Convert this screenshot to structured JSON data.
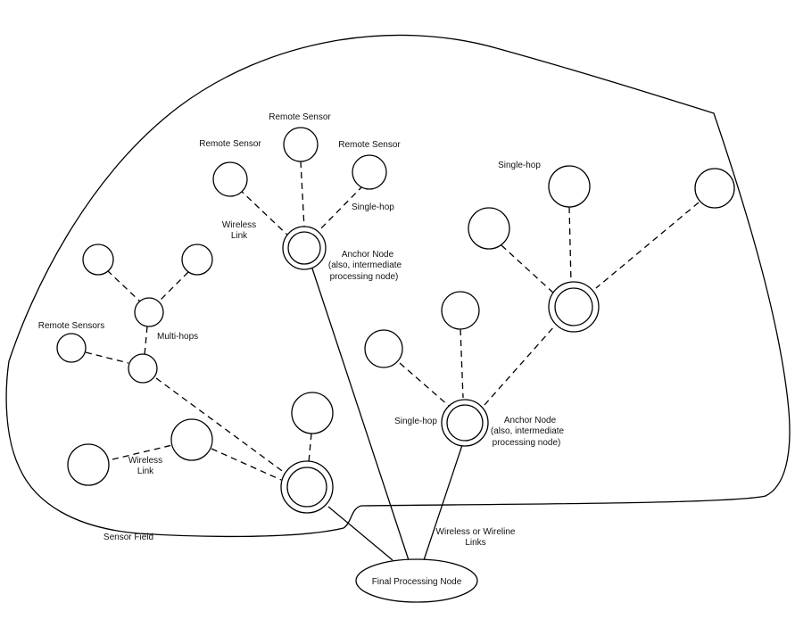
{
  "labels": {
    "remote_sensor_top": "Remote Sensor",
    "remote_sensor_left": "Remote Sensor",
    "remote_sensor_right": "Remote Sensor",
    "single_hop_top": "Single-hop",
    "wireless_link_top": [
      "Wireless",
      "Link"
    ],
    "anchor_node_top": [
      "Anchor  Node",
      "(also, intermediate",
      "processing node)"
    ],
    "single_hop_right": "Single-hop",
    "remote_sensors_left": "Remote Sensors",
    "multi_hops": "Multi-hops",
    "wireless_link_bottom": [
      "Wireless",
      "Link"
    ],
    "single_hop_mid": "Single-hop",
    "anchor_node_mid": [
      "Anchor  Node",
      "(also, intermediate",
      "processing node)"
    ],
    "sensor_field": "Sensor Field",
    "wireless_or_wireline": [
      "Wireless or Wireline",
      "Links"
    ],
    "final_processing_node": "Final Processing Node"
  }
}
